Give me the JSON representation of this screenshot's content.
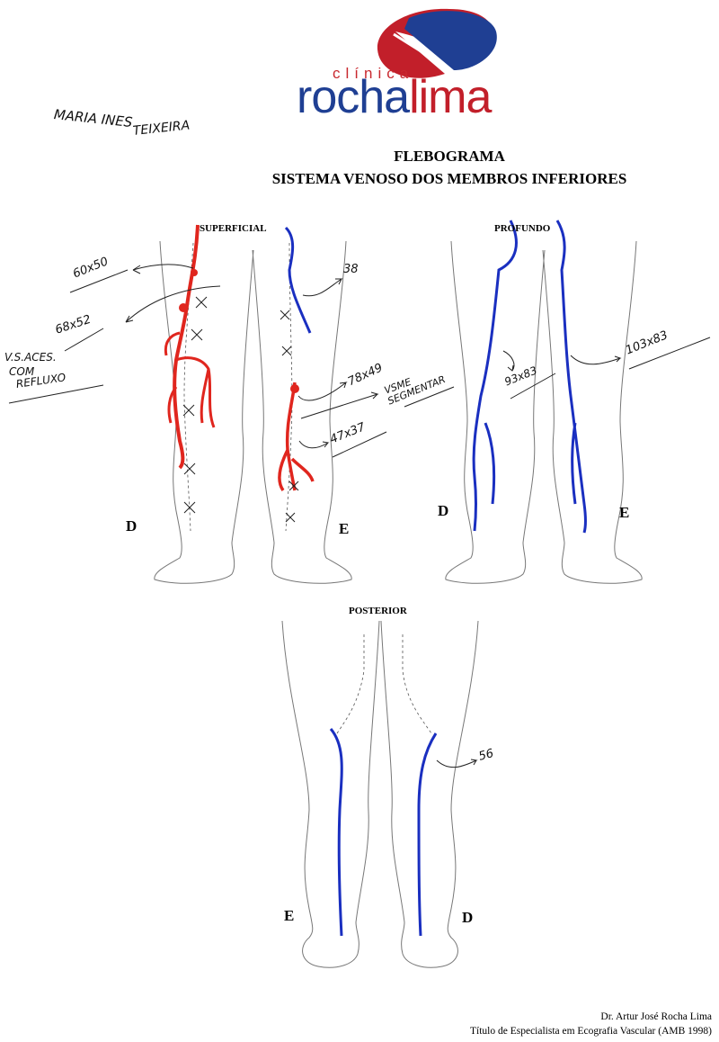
{
  "logo": {
    "small": "clínica",
    "part1": "rocha",
    "part2": "lima"
  },
  "patient_name": {
    "line1": "MARIA INES",
    "line2": "TEIXEIRA"
  },
  "title": {
    "line1": "FLEBOGRAMA",
    "line2": "SISTEMA VENOSO DOS MEMBROS INFERIORES"
  },
  "views": {
    "superficial": "SUPERFICIAL",
    "profundo": "PROFUNDO",
    "posterior": "POSTERIOR"
  },
  "sides": {
    "sup_right": "D",
    "sup_left": "E",
    "prof_right": "D",
    "prof_left": "E",
    "post_left": "E",
    "post_right": "D"
  },
  "annotations": {
    "a1": "60x50",
    "a2": "68x52",
    "a3_l1": "V.S.ACES.",
    "a3_l2": "COM",
    "a3_l3": "REFLUXO",
    "a4": "38",
    "a5": "78x49",
    "a6_l1": "VSME",
    "a6_l2": "SEGMENTAR",
    "a7": "47x37",
    "a8": "93x83",
    "a9": "103x83",
    "a10": "56"
  },
  "footer": {
    "line1": "Dr. Artur José Rocha Lima",
    "line2": "Título de Especialista em Ecografia Vascular (AMB 1998)"
  },
  "colors": {
    "red_vein": "#e0261e",
    "blue_vein": "#1a2fc0",
    "logo_blue": "#1f3f93",
    "logo_red": "#c21f2a"
  }
}
